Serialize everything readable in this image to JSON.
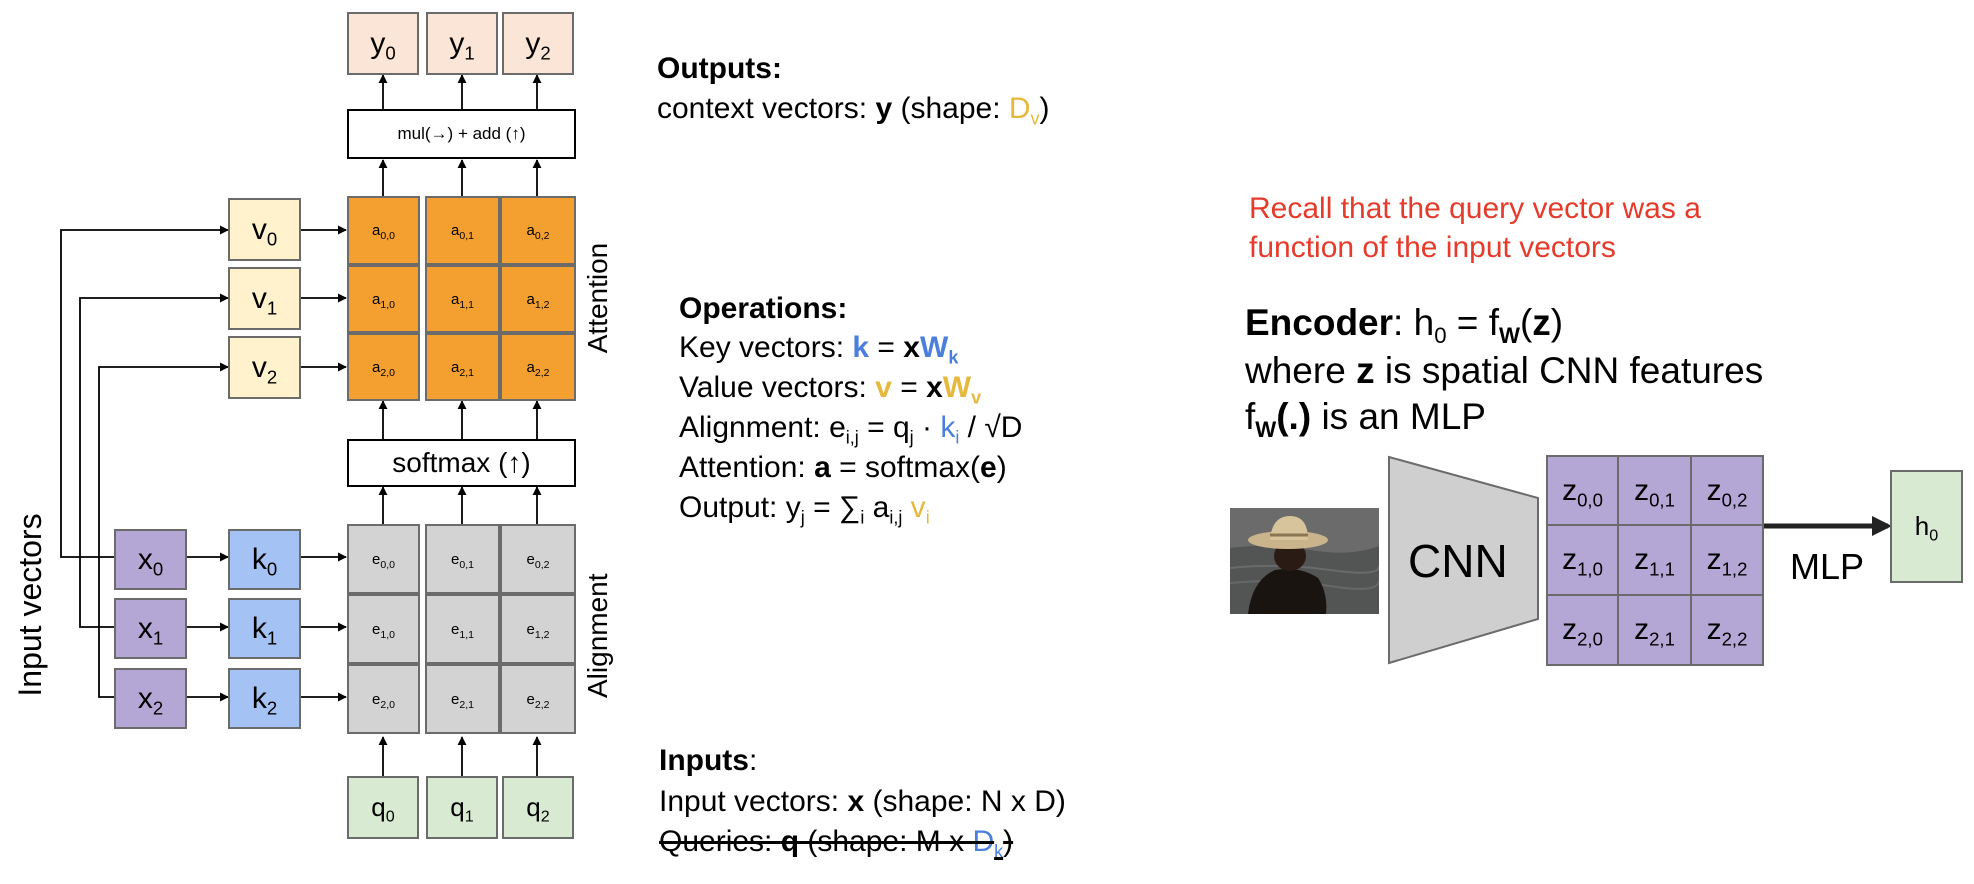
{
  "diagram": {
    "y_tokens": [
      {
        "base": "y",
        "sub": "0"
      },
      {
        "base": "y",
        "sub": "1"
      },
      {
        "base": "y",
        "sub": "2"
      }
    ],
    "v_tokens": [
      {
        "base": "v",
        "sub": "0"
      },
      {
        "base": "v",
        "sub": "1"
      },
      {
        "base": "v",
        "sub": "2"
      }
    ],
    "x_tokens": [
      {
        "base": "x",
        "sub": "0"
      },
      {
        "base": "x",
        "sub": "1"
      },
      {
        "base": "x",
        "sub": "2"
      }
    ],
    "k_tokens": [
      {
        "base": "k",
        "sub": "0"
      },
      {
        "base": "k",
        "sub": "1"
      },
      {
        "base": "k",
        "sub": "2"
      }
    ],
    "q_tokens": [
      {
        "base": "q",
        "sub": "0"
      },
      {
        "base": "q",
        "sub": "1"
      },
      {
        "base": "q",
        "sub": "2"
      }
    ],
    "a_cells": [
      [
        {
          "base": "a",
          "sub": "0,0"
        },
        {
          "base": "a",
          "sub": "0,1"
        },
        {
          "base": "a",
          "sub": "0,2"
        }
      ],
      [
        {
          "base": "a",
          "sub": "1,0"
        },
        {
          "base": "a",
          "sub": "1,1"
        },
        {
          "base": "a",
          "sub": "1,2"
        }
      ],
      [
        {
          "base": "a",
          "sub": "2,0"
        },
        {
          "base": "a",
          "sub": "2,1"
        },
        {
          "base": "a",
          "sub": "2,2"
        }
      ]
    ],
    "e_cells": [
      [
        {
          "base": "e",
          "sub": "0,0"
        },
        {
          "base": "e",
          "sub": "0,1"
        },
        {
          "base": "e",
          "sub": "0,2"
        }
      ],
      [
        {
          "base": "e",
          "sub": "1,0"
        },
        {
          "base": "e",
          "sub": "1,1"
        },
        {
          "base": "e",
          "sub": "1,2"
        }
      ],
      [
        {
          "base": "e",
          "sub": "2,0"
        },
        {
          "base": "e",
          "sub": "2,1"
        },
        {
          "base": "e",
          "sub": "2,2"
        }
      ]
    ],
    "mul_add_label": "mul(→) + add (↑)",
    "softmax_label": "softmax (↑)",
    "attention_label": "Attention",
    "alignment_label": "Alignment",
    "input_vectors_label": "Input vectors"
  },
  "outputs": {
    "heading": "Outputs:",
    "line_prefix": "context vectors: ",
    "line_bold": "y",
    "line_mid": " (shape: ",
    "line_dim": "D",
    "line_dim_sub": "v",
    "line_end": ")"
  },
  "operations": {
    "heading": "Operations:",
    "key_prefix": "Key vectors: ",
    "key_k": "k",
    "key_eq": " = ",
    "key_x": "x",
    "key_W": "W",
    "key_W_sub": "k",
    "value_prefix": "Value vectors: ",
    "value_v": "v",
    "value_eq": " = ",
    "value_x": "x",
    "value_W": "W",
    "value_W_sub": "v",
    "align_prefix": "Alignment: e",
    "align_sub_ij": "i,j",
    "align_mid": " = q",
    "align_sub_j": "j",
    "align_dot": " · ",
    "align_k": "k",
    "align_k_sub": "i",
    "align_end": " / √D",
    "attn_prefix": "Attention: ",
    "attn_a": "a",
    "attn_mid": " = softmax(",
    "attn_e": "e",
    "attn_end": ")",
    "out_prefix": "Output: y",
    "out_sub_j": "j",
    "out_mid": " = ∑",
    "out_sub_i": "i",
    "out_a": " a",
    "out_sub_ij": "i,j",
    "out_v": " v",
    "out_v_sub": "i"
  },
  "inputs": {
    "heading": "Inputs",
    "colon": ":",
    "line1_prefix": "Input vectors: ",
    "line1_bold": "x",
    "line1_end": " (shape: N x D)",
    "line2_prefix": "Queries: ",
    "line2_bold": "q",
    "line2_mid": " (shape: M x ",
    "line2_dim": "D",
    "line2_dim_sub": "k",
    "line2_end": ")"
  },
  "recall": {
    "line1": "Recall that the query vector was a",
    "line2": "function of the input vectors"
  },
  "encoder": {
    "label": "Encoder",
    "eq_prefix": ": h",
    "eq_h_sub": "0",
    "eq_mid": " = f",
    "eq_f_sub": "W",
    "eq_open": "(",
    "eq_z": "z",
    "eq_close": ")",
    "line2_prefix": "where ",
    "line2_bold": "z",
    "line2_end": " is spatial CNN features",
    "line3_f": "f",
    "line3_sub": "W",
    "line3_dot": "(.)",
    "line3_end": " is an MLP"
  },
  "cnn": {
    "label": "CNN",
    "z_cells": [
      [
        {
          "base": "z",
          "sub": "0,0"
        },
        {
          "base": "z",
          "sub": "0,1"
        },
        {
          "base": "z",
          "sub": "0,2"
        }
      ],
      [
        {
          "base": "z",
          "sub": "1,0"
        },
        {
          "base": "z",
          "sub": "1,1"
        },
        {
          "base": "z",
          "sub": "1,2"
        }
      ],
      [
        {
          "base": "z",
          "sub": "2,0"
        },
        {
          "base": "z",
          "sub": "2,1"
        },
        {
          "base": "z",
          "sub": "2,2"
        }
      ]
    ],
    "mlp_label": "MLP",
    "h0": {
      "base": "h",
      "sub": "0"
    }
  },
  "colors": {
    "blue": "#4a7fdc",
    "gold": "#e6b83c",
    "red": "#e63a2a",
    "orange": "#f4a030",
    "gray": "#d3d3d3",
    "purple": "#b4a7d6",
    "light_blue": "#a4c2f4",
    "light_green": "#d9ead3",
    "light_yellow": "#fff2cc",
    "light_peach": "#fbe5d6"
  },
  "image": {
    "icon": "person-with-straw-hat-photo"
  }
}
